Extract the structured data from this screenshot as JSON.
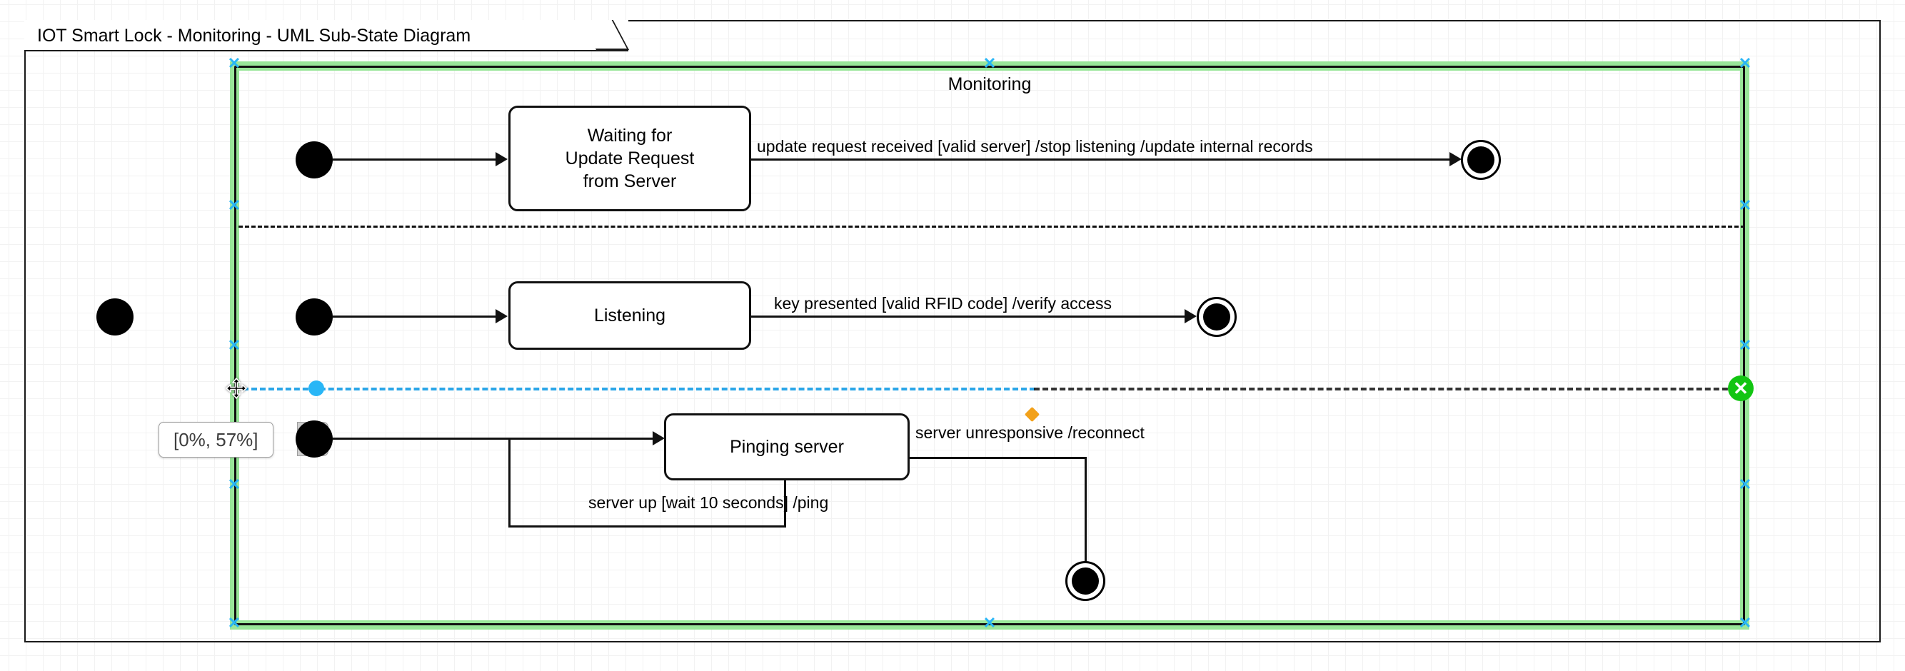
{
  "frame": {
    "title": "IOT Smart Lock - Monitoring - UML Sub-State Diagram"
  },
  "composite": {
    "title": "Monitoring"
  },
  "states": [
    {
      "id": "waiting-for-update-request",
      "label": "Waiting for\nUpdate Request\nfrom Server"
    },
    {
      "id": "listening",
      "label": "Listening"
    },
    {
      "id": "pinging-server",
      "label": "Pinging server"
    }
  ],
  "transitions": [
    {
      "id": "update-request-received",
      "label": "update request received [valid server] /stop listening /update internal records"
    },
    {
      "id": "key-presented",
      "label": "key presented [valid RFID code] /verify access"
    },
    {
      "id": "server-unresponsive",
      "label": "server unresponsive /reconnect"
    },
    {
      "id": "server-up",
      "label": "server up [wait 10 seconds] /ping"
    }
  ],
  "tooltip": {
    "position": "[0%, 57%]"
  },
  "icons": {
    "selection_handle": "✕",
    "drop_target": "✕"
  },
  "colors": {
    "selection_highlight": "#99e699",
    "handle_blue": "#29b6f6",
    "drop_target_green": "#12c512",
    "waypoint_orange": "#f2a11a",
    "stroke": "#111111"
  }
}
